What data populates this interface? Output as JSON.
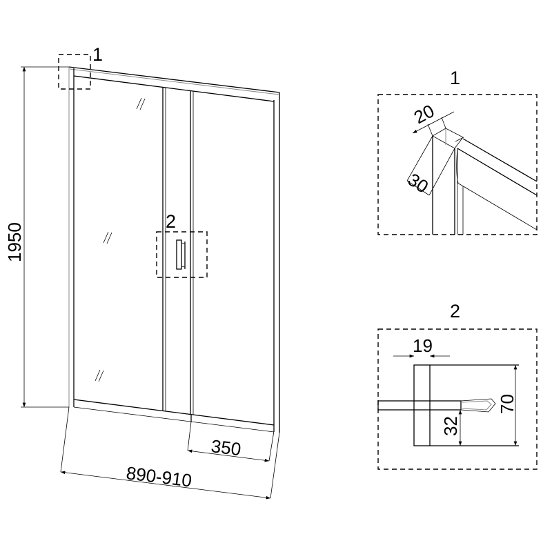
{
  "main_view": {
    "callout_1": "1",
    "callout_2": "2",
    "height_dim": "1950",
    "width_dim": "890-910",
    "opening_dim": "350"
  },
  "detail_1": {
    "title": "1",
    "width_dim": "20",
    "depth_dim": "30"
  },
  "detail_2": {
    "title": "2",
    "width_dim": "19",
    "height_dim": "70",
    "offset_dim": "32"
  }
}
